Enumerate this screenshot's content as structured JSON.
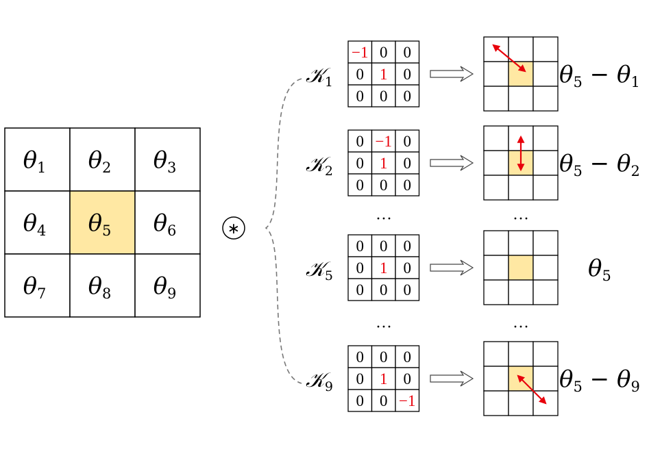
{
  "input_grid": {
    "labels": [
      {
        "base": "θ",
        "sub": "1"
      },
      {
        "base": "θ",
        "sub": "2"
      },
      {
        "base": "θ",
        "sub": "3"
      },
      {
        "base": "θ",
        "sub": "4"
      },
      {
        "base": "θ",
        "sub": "5"
      },
      {
        "base": "θ",
        "sub": "6"
      },
      {
        "base": "θ",
        "sub": "7"
      },
      {
        "base": "θ",
        "sub": "8"
      },
      {
        "base": "θ",
        "sub": "9"
      }
    ],
    "highlight_index": 4,
    "highlight_color": "#ffe8a3"
  },
  "operator": "⊛",
  "kernels": [
    {
      "name": {
        "base": "𝒦",
        "sub": "1"
      },
      "cells": [
        "−1",
        "0",
        "0",
        "0",
        "1",
        "0",
        "0",
        "0",
        "0"
      ],
      "red_cells": [
        0,
        4
      ],
      "result": {
        "base": "θ",
        "sub": "5",
        "minus": "−",
        "base2": "θ",
        "sub2": "1"
      },
      "arrow": "diagonal-up-left"
    },
    {
      "name": {
        "base": "𝒦",
        "sub": "2"
      },
      "cells": [
        "0",
        "−1",
        "0",
        "0",
        "1",
        "0",
        "0",
        "0",
        "0"
      ],
      "red_cells": [
        1,
        4
      ],
      "result": {
        "base": "θ",
        "sub": "5",
        "minus": "−",
        "base2": "θ",
        "sub2": "2"
      },
      "arrow": "vertical-up"
    },
    {
      "name": {
        "base": "𝒦",
        "sub": "5"
      },
      "cells": [
        "0",
        "0",
        "0",
        "0",
        "1",
        "0",
        "0",
        "0",
        "0"
      ],
      "red_cells": [
        4
      ],
      "result": {
        "base": "θ",
        "sub": "5",
        "minus": "",
        "base2": "",
        "sub2": ""
      },
      "arrow": "none"
    },
    {
      "name": {
        "base": "𝒦",
        "sub": "9"
      },
      "cells": [
        "0",
        "0",
        "0",
        "0",
        "1",
        "0",
        "0",
        "0",
        "−1"
      ],
      "red_cells": [
        4,
        8
      ],
      "result": {
        "base": "θ",
        "sub": "5",
        "minus": "−",
        "base2": "θ",
        "sub2": "9"
      },
      "arrow": "diagonal-down-right"
    }
  ],
  "ellipsis": "···",
  "colors": {
    "highlight": "#ffe8a3",
    "red": "#e8000b",
    "grid_line": "#000000",
    "bracket": "#777777"
  }
}
